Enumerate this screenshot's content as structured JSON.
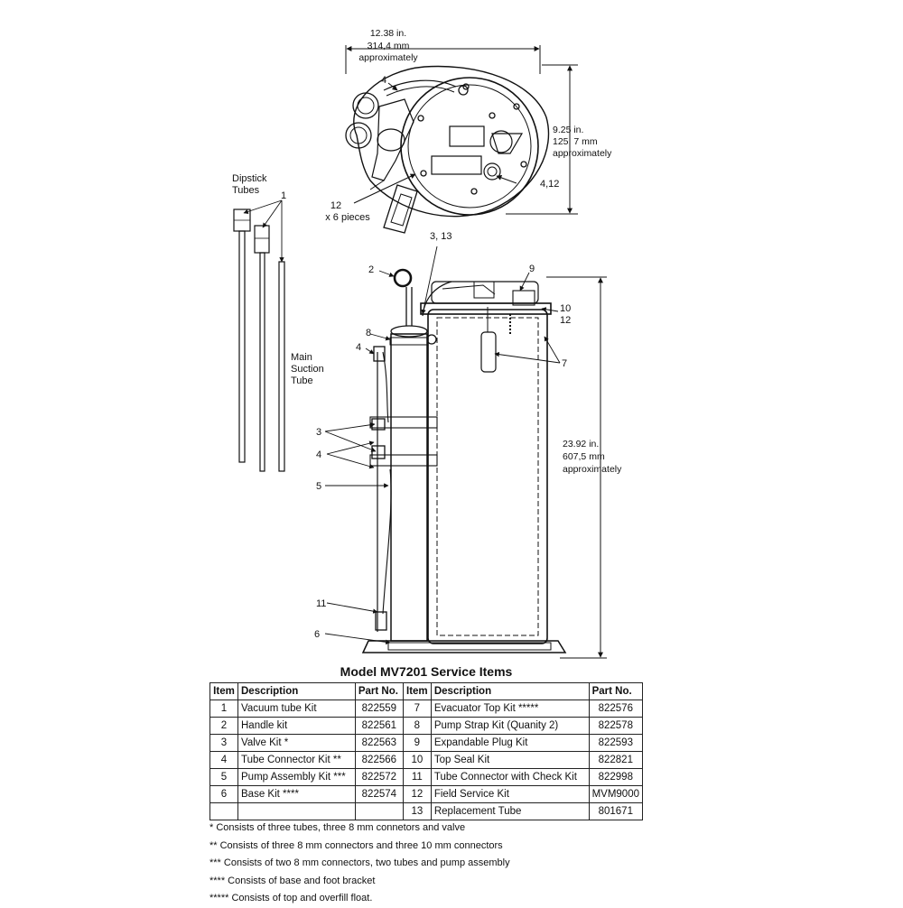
{
  "top_view": {
    "width_dim": [
      "12.38 in.",
      "314,4 mm",
      "approximately"
    ],
    "depth_dim": [
      "9.25 in.",
      "125, 7 mm",
      "approximately"
    ],
    "callouts": {
      "c4": "4",
      "c412": "4,12",
      "c12": [
        "12",
        "x 6 pieces"
      ]
    }
  },
  "side_view": {
    "height_dim": [
      "23.92 in.",
      "607,5 mm",
      "approximately"
    ],
    "callouts": {
      "c313": "3, 13",
      "c2": "2",
      "c9": "9",
      "c10": "10",
      "c12": "12",
      "c8": "8",
      "c4a": "4",
      "c7": "7",
      "c3": "3",
      "c4b": "4",
      "c5": "5",
      "c11": "11",
      "c6": "6"
    }
  },
  "tubes": {
    "dipstick_label": [
      "Dipstick",
      "Tubes"
    ],
    "callout": "1",
    "main_label": [
      "Main",
      "Suction",
      "Tube"
    ]
  },
  "table": {
    "title": "Model MV7201 Service Items",
    "headers": [
      "Item",
      "Description",
      "Part No.",
      "Item",
      "Description",
      "Part No."
    ],
    "rows": [
      [
        [
          "1",
          "Vacuum tube Kit",
          "822559"
        ],
        [
          "7",
          "Evacuator Top Kit *****",
          "822576"
        ]
      ],
      [
        [
          "2",
          "Handle kit",
          "822561"
        ],
        [
          "8",
          "Pump Strap Kit (Quanity 2)",
          "822578"
        ]
      ],
      [
        [
          "3",
          "Valve Kit *",
          "822563"
        ],
        [
          "9",
          "Expandable Plug Kit",
          "822593"
        ]
      ],
      [
        [
          "4",
          "Tube Connector Kit **",
          "822566"
        ],
        [
          "10",
          "Top Seal Kit",
          "822821"
        ]
      ],
      [
        [
          "5",
          "Pump Assembly Kit ***",
          "822572"
        ],
        [
          "11",
          "Tube Connector with Check Kit",
          "822998"
        ]
      ],
      [
        [
          "6",
          "Base Kit ****",
          "822574"
        ],
        [
          "12",
          "Field Service Kit",
          "MVM9000"
        ]
      ],
      [
        [
          "",
          "",
          ""
        ],
        [
          "13",
          "Replacement Tube",
          "801671"
        ]
      ]
    ]
  },
  "footnotes": [
    "* Consists of three tubes, three 8 mm connetors and valve",
    "** Consists of three 8 mm connectors and three 10 mm connectors",
    "*** Consists of two 8 mm connectors, two tubes and pump assembly",
    "**** Consists of base and foot bracket",
    "***** Consists of top and overfill float."
  ]
}
